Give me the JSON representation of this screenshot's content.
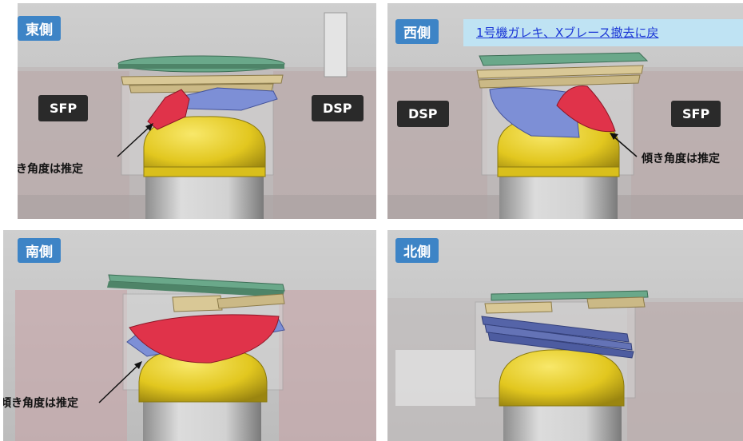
{
  "panels": {
    "east": {
      "badge": "東側",
      "left_label": "SFP",
      "right_label": "DSP",
      "note": "傾き角度は推定"
    },
    "west": {
      "badge": "西側",
      "left_label": "DSP",
      "right_label": "SFP",
      "note": "傾き角度は推定"
    },
    "south": {
      "badge": "南側",
      "note": "傾き角度は推定"
    },
    "north": {
      "badge": "北側"
    }
  },
  "banner": {
    "link_text": "1号機ガレキ、Xブレース撤去に戻"
  },
  "colors": {
    "badge_blue": "#3d84c6",
    "yellow_dome": "#e8d02a",
    "red_slab": "#e0334a",
    "blue_slab": "#7d8fd6",
    "green_slab": "#6aa88a",
    "tan_beam": "#d9c896",
    "banner_bg": "#bfe3f3",
    "link_color": "#1a36d6"
  }
}
